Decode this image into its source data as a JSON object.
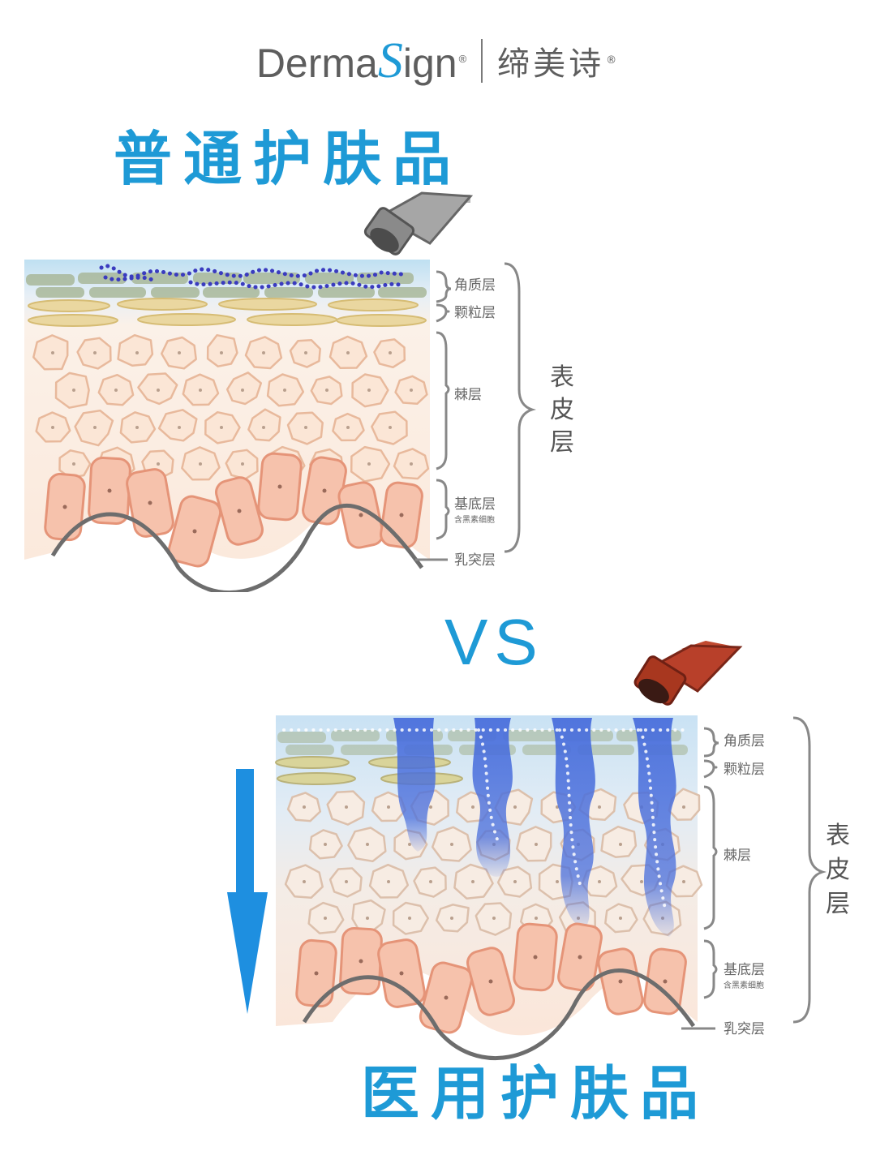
{
  "brand": {
    "name_pre": "Derma",
    "name_s": "S",
    "name_post": "ign",
    "reg_mark": "®",
    "name_cn": "缔美诗",
    "reg_mark_cn": "®"
  },
  "titles": {
    "top": "普通护肤品",
    "vs": "VS",
    "bottom": "医用护肤品"
  },
  "layers": {
    "stratum_corneum": "角质层",
    "granular": "颗粒层",
    "spinous": "棘层",
    "basal": "基底层",
    "basal_sub": "含黑素细胞",
    "papillary": "乳突层",
    "epidermis": [
      "表",
      "皮",
      "层"
    ]
  },
  "colors": {
    "accent": "#1e9ad6",
    "tube_gray": "#9a9a9a",
    "tube_red": "#b8402a",
    "cell_fill": "#fbe6d6",
    "basal_fill": "#f6c2ac",
    "granular_fill": "#ead7a0",
    "corneum_fill": "#a9b89a",
    "penetration": "#4a6fdc"
  }
}
